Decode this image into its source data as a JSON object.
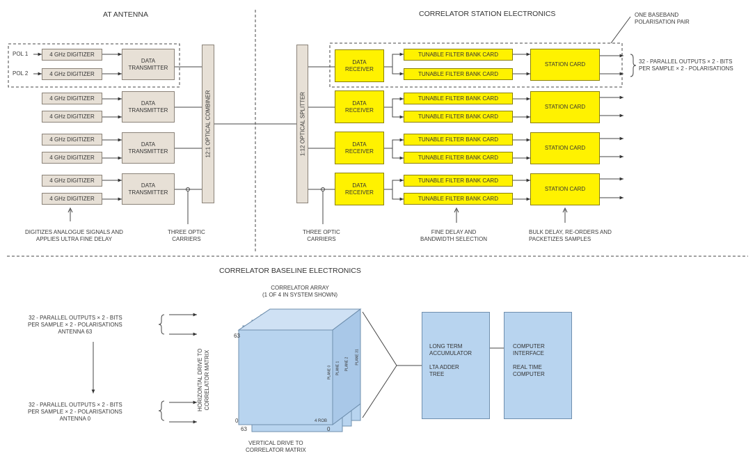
{
  "titles": {
    "at_antenna": "AT ANTENNA",
    "correlator_station": "CORRELATOR STATION ELECTRONICS",
    "baseline": "CORRELATOR BASELINE ELECTRONICS"
  },
  "antenna": {
    "pol1": "POL 1",
    "pol2": "POL 2",
    "digitizer": "4 GHz DIGITIZER",
    "transmitter": [
      "DATA",
      "TRANSMITTER"
    ],
    "combiner": "12:1 OPTICAL COMBINER",
    "note_digitizer": [
      "DIGITIZES ANALOGUE SIGNALS AND",
      "APPLIES ULTRA FINE DELAY"
    ],
    "note_carriers": [
      "THREE OPTIC",
      "CARRIERS"
    ]
  },
  "station": {
    "splitter": "1:12 OPTICAL SPLITTER",
    "receiver": [
      "DATA",
      "RECEIVER"
    ],
    "filter": "TUNABLE FILTER BANK CARD",
    "station_card": "STATION CARD",
    "baseband_note": [
      "ONE BASEBAND",
      "POLARISATION PAIR"
    ],
    "outputs_note": [
      "32 - PARALLEL OUTPUTS × 2 - BITS",
      "PER SAMPLE × 2 - POLARISATIONS"
    ],
    "note_carriers": [
      "THREE OPTIC",
      "CARRIERS"
    ],
    "note_fine_delay": [
      "FINE DELAY AND",
      "BANDWIDTH SELECTION"
    ],
    "note_bulk_delay": [
      "BULK DELAY, RE-ORDERS AND",
      "PACKETIZES SAMPLES"
    ]
  },
  "baseline": {
    "array_title": [
      "CORRELATOR ARRAY",
      "(1 OF 4 IN SYSTEM SHOWN)"
    ],
    "input_top": [
      "32 - PARALLEL OUTPUTS × 2 - BITS",
      "PER SAMPLE × 2 - POLARISATIONS",
      "ANTENNA 63"
    ],
    "input_bottom": [
      "32 - PARALLEL OUTPUTS × 2 - BITS",
      "PER SAMPLE × 2 - POLARISATIONS",
      "ANTENNA 0"
    ],
    "horizontal_drive": [
      "HORIZONTAL DRIVE TO",
      "CORRELATOR MATRIX"
    ],
    "vertical_drive": [
      "VERTICAL DRIVE TO",
      "CORRELATOR MATRIX"
    ],
    "tick_63_left": "63",
    "tick_0_left": "0",
    "tick_63_bottom": "63",
    "tick_0_bottom": "0",
    "rob_label": "4 ROB",
    "planes": [
      "PLANE 0",
      "PLANE 1",
      "PLANE 2",
      "PLANE 31"
    ],
    "lta": [
      "LONG TERM",
      "ACCUMULATOR",
      "",
      "LTA ADDER",
      "TREE"
    ],
    "computer": [
      "COMPUTER",
      "INTERFACE",
      "",
      "REAL TIME",
      "COMPUTER"
    ]
  },
  "colors": {
    "yellow_card": "#fff200",
    "beige_card": "#e7e0d6",
    "blue_block": "#b8d4ef"
  }
}
